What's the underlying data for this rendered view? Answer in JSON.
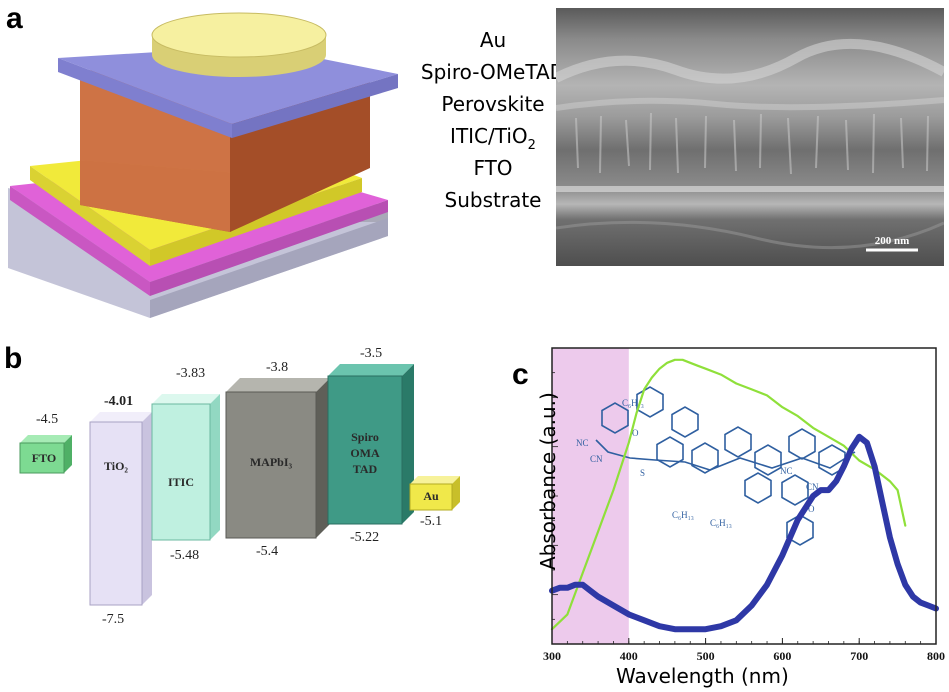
{
  "panels": {
    "a": "a",
    "b": "b",
    "c": "c"
  },
  "layer_stack": [
    {
      "text": "Au"
    },
    {
      "text": "Spiro-OMeTAD"
    },
    {
      "text": "Perovskite"
    },
    {
      "text": "ITIC/TiO",
      "sub": "2"
    },
    {
      "text": "FTO"
    },
    {
      "text": "Substrate"
    }
  ],
  "sem": {
    "scale_bar": "200 nm"
  },
  "energy_levels": [
    {
      "name": "FTO",
      "top": "-4.5",
      "bottom": "",
      "color": "#7dda92"
    },
    {
      "name": "TiO₂",
      "top": "-4.01",
      "bottom": "-7.5",
      "color": "#e6e1f5"
    },
    {
      "name": "ITIC",
      "top": "-3.83",
      "bottom": "-5.48",
      "color": "#bff0e0"
    },
    {
      "name": "MAPbI₃",
      "top": "-3.8",
      "bottom": "-5.4",
      "color": "#8a8a83"
    },
    {
      "name": "Spiro-OMeTAD",
      "lines": [
        "Spiro",
        "OMA",
        "TAD"
      ],
      "top": "-3.5",
      "bottom": "-5.22",
      "color": "#3f9a86"
    },
    {
      "name": "Au",
      "top": "",
      "bottom": "-5.1",
      "color": "#f0e84a"
    }
  ],
  "molecule": {
    "labels": [
      "C₆H₁₃",
      "NC",
      "CN",
      "O",
      "S",
      "C₆H₁₃",
      "C₆H₁₃",
      "NC",
      "CN",
      "O"
    ]
  },
  "chart_data": {
    "type": "line",
    "xlabel": "Wavelength (nm)",
    "ylabel": "Absorbance (a.u.)",
    "xlim": [
      300,
      800
    ],
    "x_ticks": [
      "300",
      "400",
      "500",
      "600",
      "700",
      "800"
    ],
    "highlight_region": [
      300,
      400
    ],
    "series": [
      {
        "color": "#2e38a6",
        "x": [
          300,
          310,
          320,
          330,
          340,
          350,
          360,
          380,
          400,
          420,
          440,
          460,
          480,
          500,
          520,
          540,
          560,
          580,
          600,
          620,
          640,
          650,
          660,
          670,
          680,
          690,
          700,
          710,
          720,
          730,
          740,
          750,
          760,
          770,
          780,
          790,
          800
        ],
        "y": [
          0.18,
          0.19,
          0.19,
          0.2,
          0.2,
          0.18,
          0.16,
          0.13,
          0.1,
          0.08,
          0.06,
          0.05,
          0.05,
          0.05,
          0.06,
          0.08,
          0.13,
          0.2,
          0.3,
          0.42,
          0.5,
          0.52,
          0.52,
          0.55,
          0.6,
          0.66,
          0.7,
          0.68,
          0.6,
          0.48,
          0.36,
          0.27,
          0.2,
          0.16,
          0.14,
          0.13,
          0.12
        ]
      },
      {
        "color": "#8fe03a",
        "x": [
          300,
          320,
          340,
          360,
          380,
          400,
          410,
          420,
          430,
          440,
          450,
          460,
          470,
          480,
          490,
          500,
          520,
          540,
          560,
          580,
          600,
          620,
          640,
          660,
          680,
          700,
          720,
          740,
          750,
          760
        ],
        "y": [
          0.05,
          0.1,
          0.24,
          0.38,
          0.52,
          0.68,
          0.78,
          0.86,
          0.9,
          0.93,
          0.95,
          0.96,
          0.96,
          0.95,
          0.94,
          0.93,
          0.91,
          0.88,
          0.86,
          0.84,
          0.8,
          0.77,
          0.73,
          0.7,
          0.67,
          0.62,
          0.59,
          0.55,
          0.52,
          0.4
        ]
      }
    ]
  }
}
